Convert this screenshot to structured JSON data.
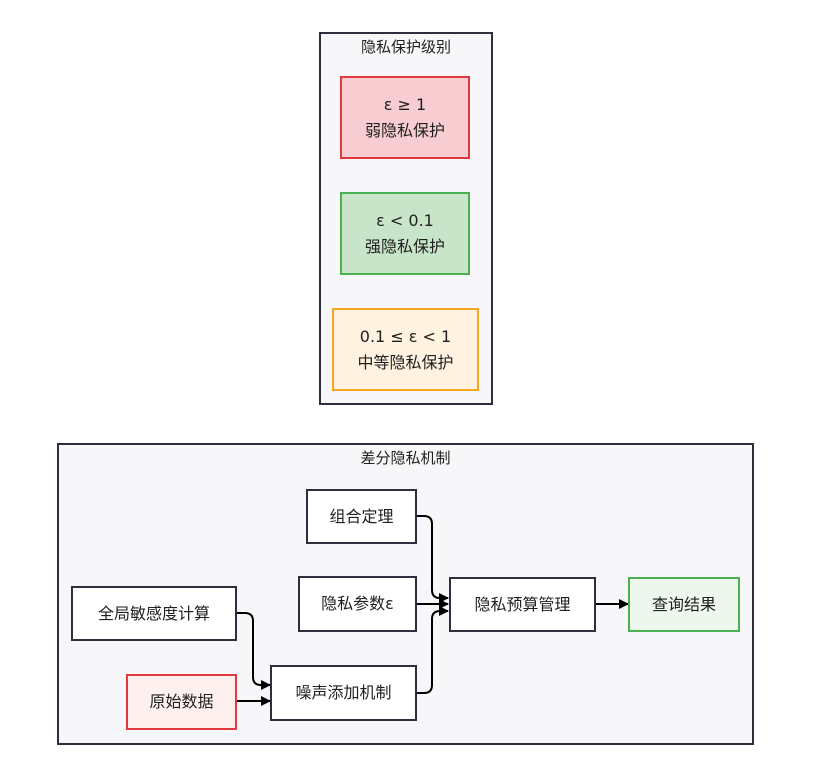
{
  "privacy_levels": {
    "title": "隐私保护级别",
    "weak": {
      "line1": "ε ≥ 1",
      "line2": "弱隐私保护"
    },
    "strong": {
      "line1": "ε < 0.1",
      "line2": "强隐私保护"
    },
    "medium": {
      "line1": "0.1 ≤ ε < 1",
      "line2": "中等隐私保护"
    }
  },
  "mechanism": {
    "title": "差分隐私机制",
    "nodes": {
      "composition": "组合定理",
      "epsilon": "隐私参数ε",
      "sensitivity": "全局敏感度计算",
      "raw_data": "原始数据",
      "noise": "噪声添加机制",
      "budget": "隐私预算管理",
      "result": "查询结果"
    }
  },
  "colors": {
    "border": "#2e2e3c",
    "weak_fill": "#f8cdd1",
    "strong_fill": "#c9e5c9",
    "medium_fill": "#fff2e0",
    "raw_data_fill": "#fff0f0",
    "result_fill": "#eef7ee"
  }
}
